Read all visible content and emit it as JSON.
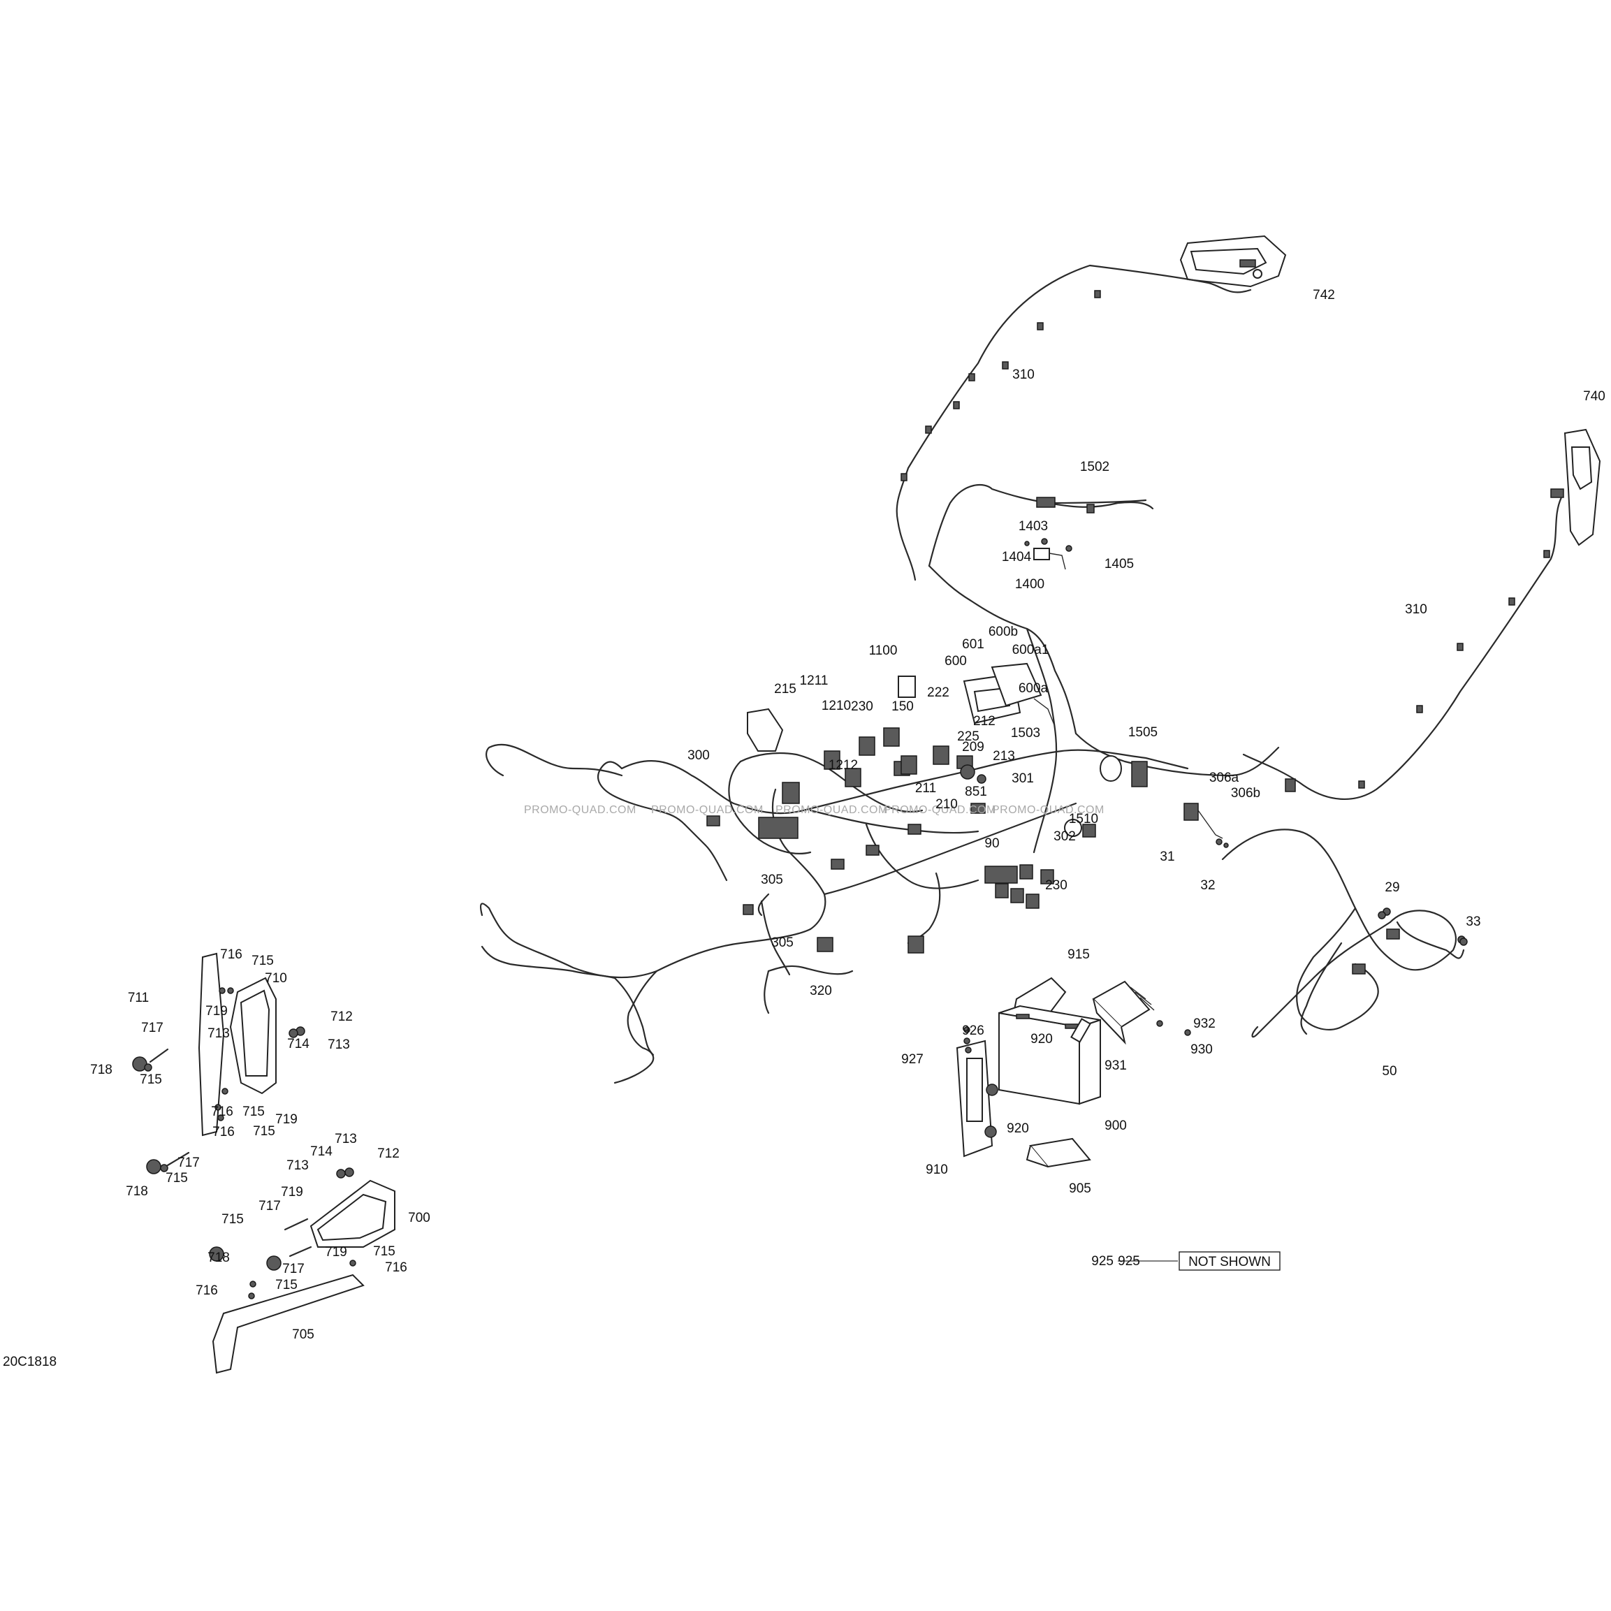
{
  "diagram": {
    "code": "20C1818",
    "watermark": "PROMO-QUAD.COM",
    "not_shown": {
      "ref": "925",
      "text": "NOT SHOWN"
    },
    "labels": [
      "742",
      "310",
      "740",
      "1502",
      "1403",
      "1404",
      "1405",
      "1400",
      "310",
      "1100",
      "601",
      "600b",
      "600a1",
      "600",
      "215",
      "1211",
      "1210",
      "230",
      "150",
      "222",
      "212",
      "1503",
      "600a",
      "225",
      "1505",
      "300",
      "1212",
      "209",
      "213",
      "211",
      "301",
      "851",
      "210",
      "306a",
      "306b",
      "1510",
      "302",
      "90",
      "31",
      "32",
      "230",
      "305",
      "305",
      "29",
      "33",
      "320",
      "915",
      "932",
      "926",
      "920",
      "930",
      "927",
      "931",
      "900",
      "920",
      "50",
      "910",
      "905",
      "925",
      "716",
      "715",
      "710",
      "711",
      "712",
      "719",
      "713",
      "714",
      "713",
      "717",
      "718",
      "715",
      "716",
      "715",
      "719",
      "716",
      "715",
      "717",
      "718",
      "715",
      "713",
      "714",
      "712",
      "713",
      "719",
      "700",
      "717",
      "715",
      "718",
      "719",
      "717",
      "715",
      "716",
      "716",
      "715",
      "705"
    ]
  }
}
